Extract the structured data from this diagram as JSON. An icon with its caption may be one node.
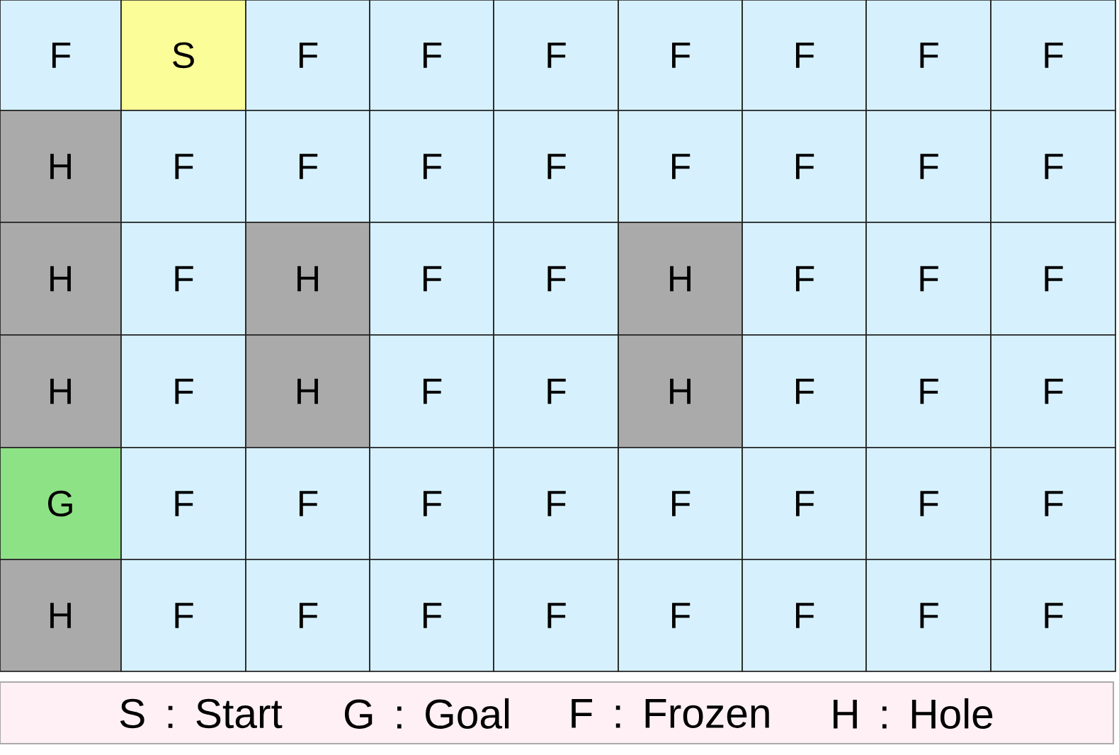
{
  "diagram": {
    "nodes": [
      {
        "text": [
          "F"
        ]
      },
      {
        "text": [
          "S"
        ]
      },
      {
        "text": [
          "F"
        ]
      },
      {
        "text": [
          "F"
        ]
      },
      {
        "text": [
          "F"
        ]
      },
      {
        "text": [
          "F"
        ]
      },
      {
        "text": [
          "F"
        ]
      },
      {
        "text": [
          "F"
        ]
      },
      {
        "text": [
          "F"
        ]
      },
      {
        "text": [
          "H"
        ]
      },
      {
        "text": [
          "F"
        ]
      },
      {
        "text": [
          "F"
        ]
      },
      {
        "text": [
          "F"
        ]
      },
      {
        "text": [
          "F"
        ]
      },
      {
        "text": [
          "F"
        ]
      },
      {
        "text": [
          "F"
        ]
      },
      {
        "text": [
          "F"
        ]
      },
      {
        "text": [
          "F"
        ]
      },
      {
        "text": [
          "H"
        ]
      },
      {
        "text": [
          "F"
        ]
      },
      {
        "text": [
          "H"
        ]
      },
      {
        "text": [
          "F"
        ]
      },
      {
        "text": [
          "F"
        ]
      },
      {
        "text": [
          "H"
        ]
      },
      {
        "text": [
          "F"
        ]
      },
      {
        "text": [
          "F"
        ]
      },
      {
        "text": [
          "F"
        ]
      },
      {
        "text": [
          "H"
        ]
      },
      {
        "text": [
          "F"
        ]
      },
      {
        "text": [
          "H"
        ]
      },
      {
        "text": [
          "F"
        ]
      },
      {
        "text": [
          "F"
        ]
      },
      {
        "text": [
          "H"
        ]
      },
      {
        "text": [
          "F"
        ]
      },
      {
        "text": [
          "F"
        ]
      },
      {
        "text": [
          "F"
        ]
      },
      {
        "text": [
          "G"
        ]
      },
      {
        "text": [
          "F"
        ]
      },
      {
        "text": [
          "F"
        ]
      },
      {
        "text": [
          "F"
        ]
      },
      {
        "text": [
          "F"
        ]
      },
      {
        "text": [
          "F"
        ]
      },
      {
        "text": [
          "F"
        ]
      },
      {
        "text": [
          "F"
        ]
      },
      {
        "text": [
          "F"
        ]
      },
      {
        "text": [
          "H"
        ]
      },
      {
        "text": [
          "F"
        ]
      },
      {
        "text": [
          "F"
        ]
      },
      {
        "text": [
          "F"
        ]
      },
      {
        "text": [
          "F"
        ]
      },
      {
        "text": [
          "F"
        ]
      },
      {
        "text": [
          "F"
        ]
      },
      {
        "text": [
          "F"
        ]
      },
      {
        "text": [
          "F"
        ]
      },
      {
        "text": [
          "S : Start",
          "G : Goal",
          "F : Frozen",
          "H : Hole"
        ]
      }
    ],
    "edges": []
  }
}
